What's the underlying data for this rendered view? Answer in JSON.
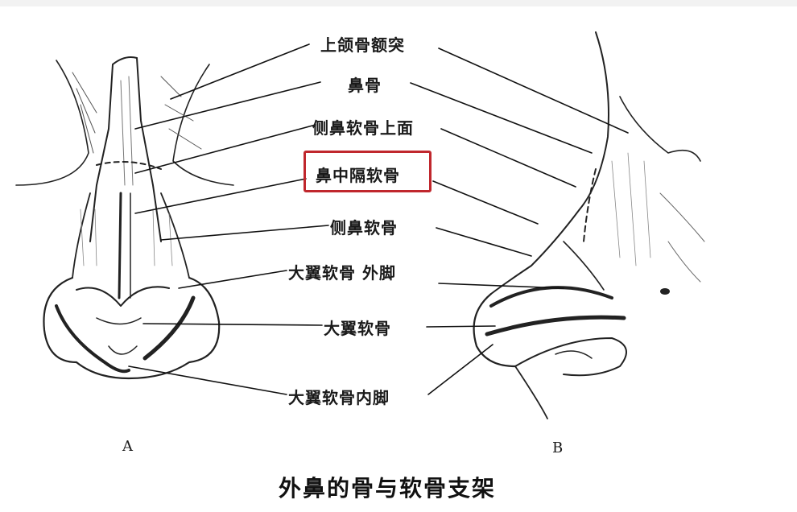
{
  "labels": [
    "上颌骨额突",
    "鼻骨",
    "侧鼻软骨上面",
    "鼻中隔软骨",
    "侧鼻软骨",
    "大翼软骨 外脚",
    "大翼软骨",
    "大翼软骨内脚"
  ],
  "highlighted_label": "鼻中隔软骨",
  "highlight_color": "#c0272d",
  "panel_a": "A",
  "panel_b": "B",
  "caption": "外鼻的骨与软骨支架"
}
